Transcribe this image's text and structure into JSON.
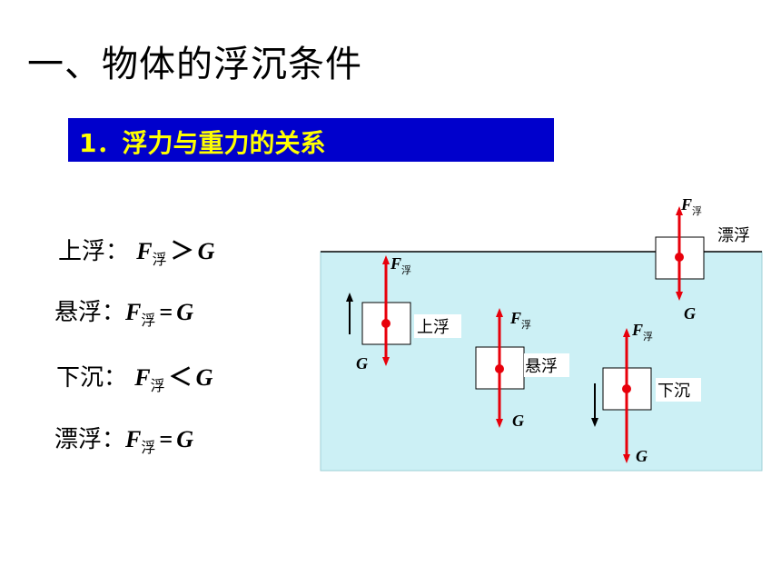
{
  "title": "一、物体的浮沉条件",
  "banner": "1．浮力与重力的关系",
  "relations": [
    {
      "label": "上浮：",
      "f": "F",
      "sub": "浮",
      "op": "＞",
      "g": "G"
    },
    {
      "label": "悬浮：",
      "f": "F",
      "sub": "浮",
      "op": "=",
      "g": "G"
    },
    {
      "label": "下沉：",
      "f": "F",
      "sub": "浮",
      "op": "＜",
      "g": "G"
    },
    {
      "label": "漂浮：",
      "f": "F",
      "sub": "浮",
      "op": "=",
      "g": "G"
    }
  ],
  "diagram": {
    "labels": {
      "rise": "上浮",
      "suspend": "悬浮",
      "sink": "下沉",
      "float": "漂浮"
    },
    "force_symbol": "F",
    "force_subscript": "浮",
    "gravity_symbol": "G",
    "colors": {
      "water": "#ccf0f5",
      "arrow": "#e8000b",
      "banner": "#0000cc",
      "banner_text": "#ffff00"
    }
  }
}
